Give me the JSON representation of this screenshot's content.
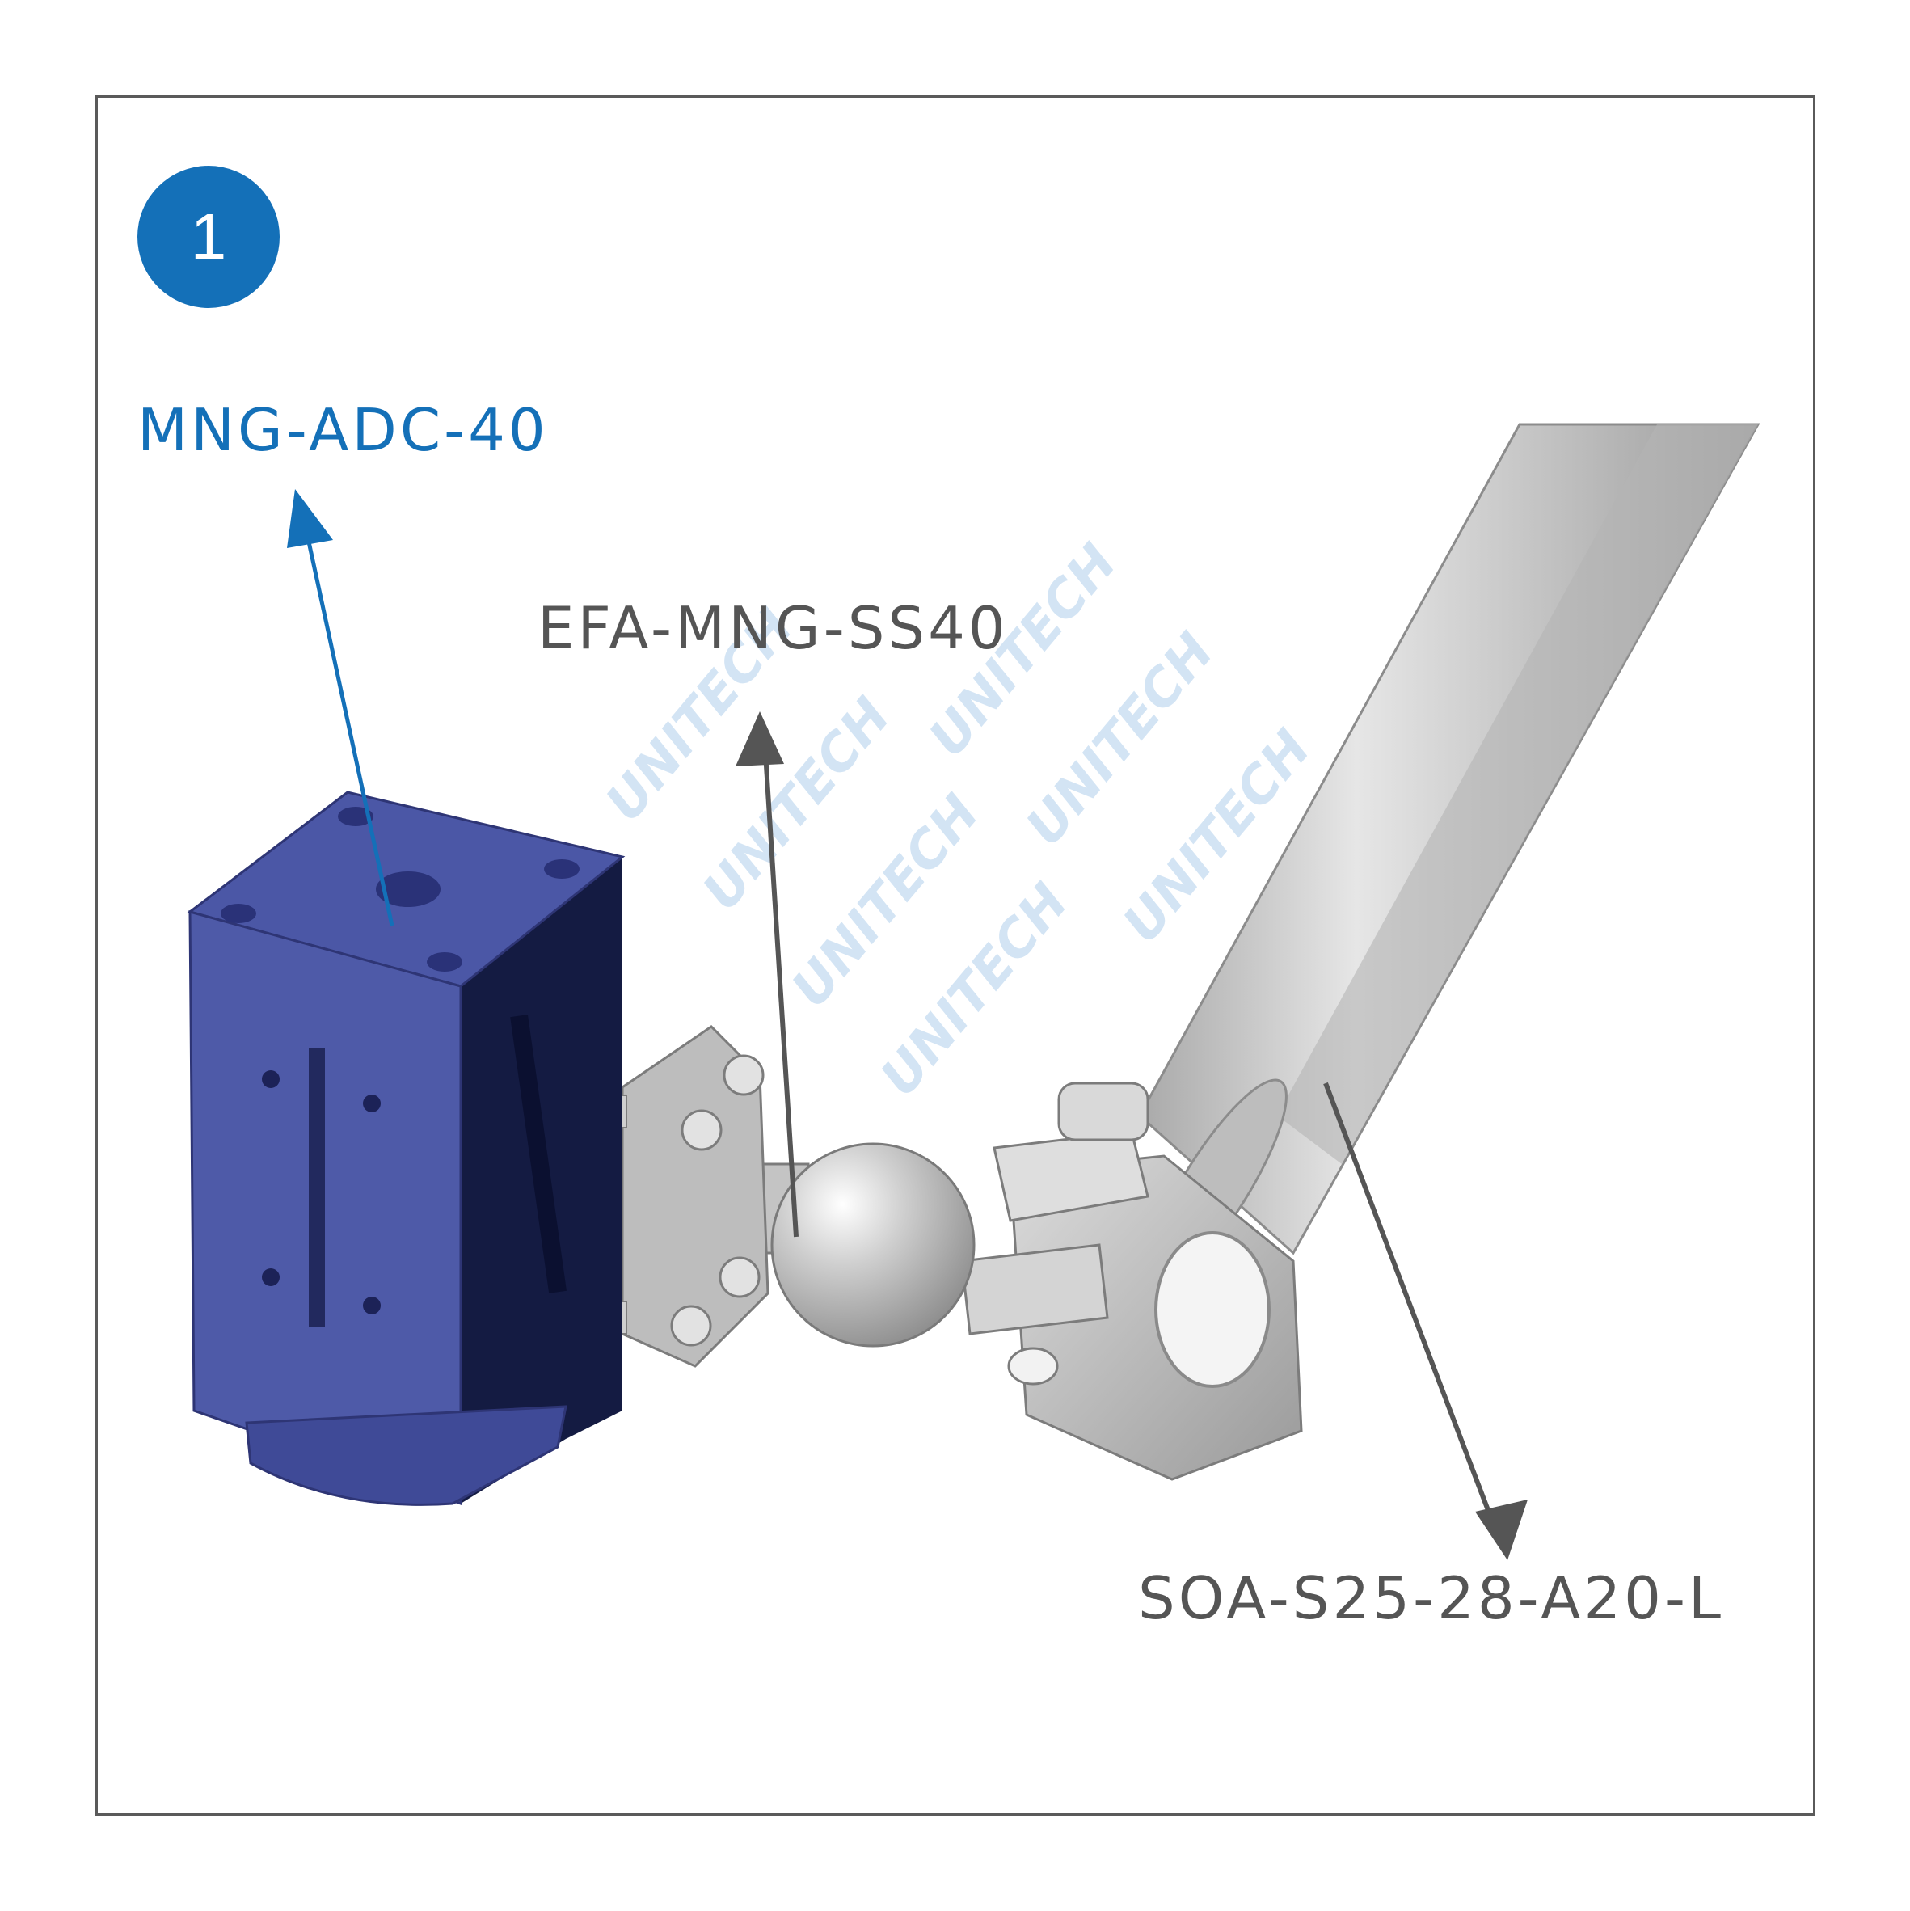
{
  "step_number": "1",
  "labels": {
    "gripper": "MNG-ADC-40",
    "adapter": "EFA-MNG-SS40",
    "arm": "SOA-S25-28-A20-L"
  },
  "watermark": "UNITECH",
  "colors": {
    "accent_blue": "#1470b8",
    "gripper_body": "#4b57a6",
    "text_gray": "#555555",
    "metal": "#c7c7c7"
  }
}
